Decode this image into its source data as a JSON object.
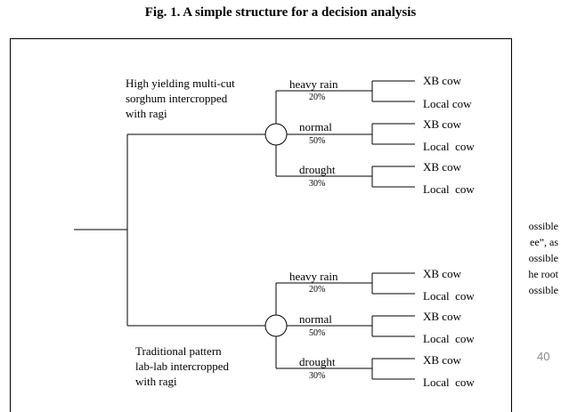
{
  "title": "Fig. 1. A simple structure for a decision analysis",
  "branch_top": [
    "High yielding multi-cut",
    "sorghum intercropped",
    "with ragi"
  ],
  "branch_bottom": [
    "Traditional pattern",
    "lab-lab intercropped",
    "with ragi"
  ],
  "top_weather": [
    {
      "label": "heavy rain",
      "pct": "20%"
    },
    {
      "label": "normal",
      "pct": "50%"
    },
    {
      "label": "drought",
      "pct": "30%"
    }
  ],
  "bottom_weather": [
    {
      "label": "heavy rain",
      "pct": "20%"
    },
    {
      "label": "normal",
      "pct": "50%"
    },
    {
      "label": "drought",
      "pct": "30%"
    }
  ],
  "outcomes": {
    "xb": "XB cow",
    "local_a": "Local cow",
    "local_b": "Local  cow"
  },
  "side_text": [
    "ossible",
    "ee”, as",
    "ossible",
    "he root",
    "ossible"
  ],
  "page_number": "40"
}
